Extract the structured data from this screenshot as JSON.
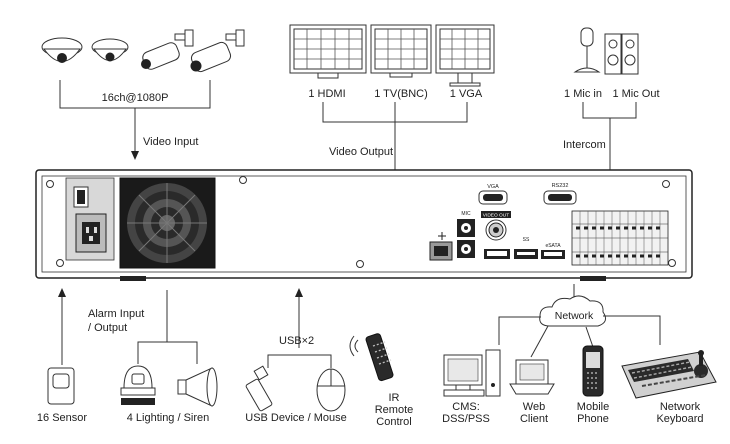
{
  "top": {
    "cameras_caption": "16ch@1080P",
    "video_input": "Video Input",
    "outputs": [
      "1 HDMI",
      "1 TV(BNC)",
      "1 VGA"
    ],
    "video_output": "Video Output",
    "mic_in": "1 Mic in",
    "mic_out": "1 Mic Out",
    "intercom": "Intercom"
  },
  "panel": {
    "port_vga": "VGA",
    "port_rs232": "RS232",
    "port_mic": "MIC",
    "port_video_out": "VIDEO OUT",
    "port_esata": "eSATA",
    "port_usb": "SS"
  },
  "bottom": {
    "sensor": "16 Sensor",
    "alarm_io": [
      "Alarm Input",
      "/ Output"
    ],
    "lighting": "4 Lighting / Siren",
    "usb_count": "USB×2",
    "usb_device": "USB Device / Mouse",
    "ir_remote": [
      "IR",
      "Remote",
      "Control"
    ],
    "network": "Network",
    "cms": [
      "CMS:",
      "DSS/PSS"
    ],
    "web_client": [
      "Web",
      "Client"
    ],
    "mobile_phone": [
      "Mobile",
      "Phone"
    ],
    "network_keyboard": [
      "Network",
      "Keyboard"
    ]
  }
}
